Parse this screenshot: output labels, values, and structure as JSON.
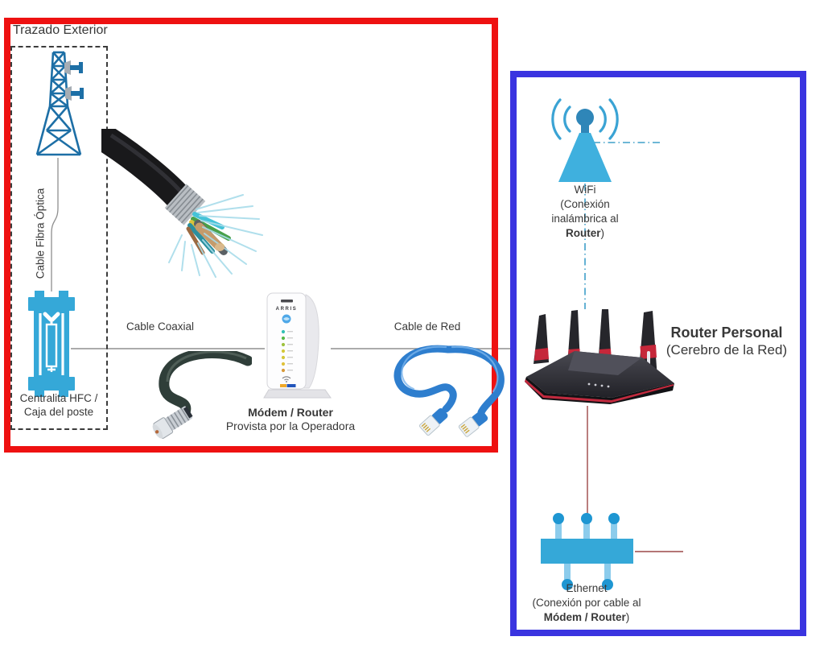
{
  "diagram": {
    "exterior": {
      "title": "Trazado Exterior",
      "fiber_label": "Cable Fibra Óptica",
      "hfc_line1": "Centralita HFC /",
      "hfc_line2": "Caja del poste",
      "coax_label": "Cable Coaxial",
      "network_cable_label": "Cable de Red",
      "modem": {
        "brand": "ARRIS",
        "name": "Módem / Router",
        "provider": "Provista por la Operadora"
      }
    },
    "interior": {
      "wifi": {
        "line1": "WiFi",
        "line2": "(Conexión",
        "line3": "inalámbrica al",
        "line4_bold": "Router",
        "line4_close": ")"
      },
      "router": {
        "title": "Router Personal",
        "subtitle": "(Cerebro de la Red)"
      },
      "ethernet": {
        "line1": "Ethernet",
        "line2": "(Conexión por cable al",
        "line3_bold": "Módem / Router",
        "line3_close": ")"
      }
    },
    "colors": {
      "exterior_border": "#ee1111",
      "interior_border": "#3a34e0",
      "icon_light_blue": "#35a8d8",
      "icon_steel_blue": "#1d6fa6",
      "connector_gray": "#8f8f8f",
      "connector_red": "#9c4848",
      "wifi_dash_blue": "#3f9fc9"
    }
  }
}
